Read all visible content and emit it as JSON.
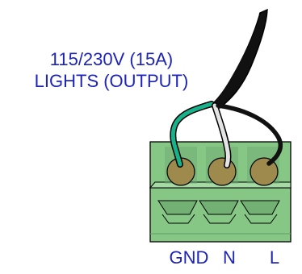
{
  "diagram": {
    "title_lines": [
      "115/230V (15A)",
      "LIGHTS (OUTPUT)"
    ],
    "terminals": [
      {
        "label": "GND",
        "wire": "ground"
      },
      {
        "label": "N",
        "wire": "neutral"
      },
      {
        "label": "L",
        "wire": "line"
      }
    ],
    "colors": {
      "text": "#1d24b8",
      "block_fill": "#86c786",
      "block_dark": "#5e9d62",
      "screw": "#9f8a4d",
      "ground_wire": "#17b28a",
      "neutral_wire": "#e4e4e4",
      "line_wire": "#111111",
      "cable_jacket": "#111111"
    }
  }
}
